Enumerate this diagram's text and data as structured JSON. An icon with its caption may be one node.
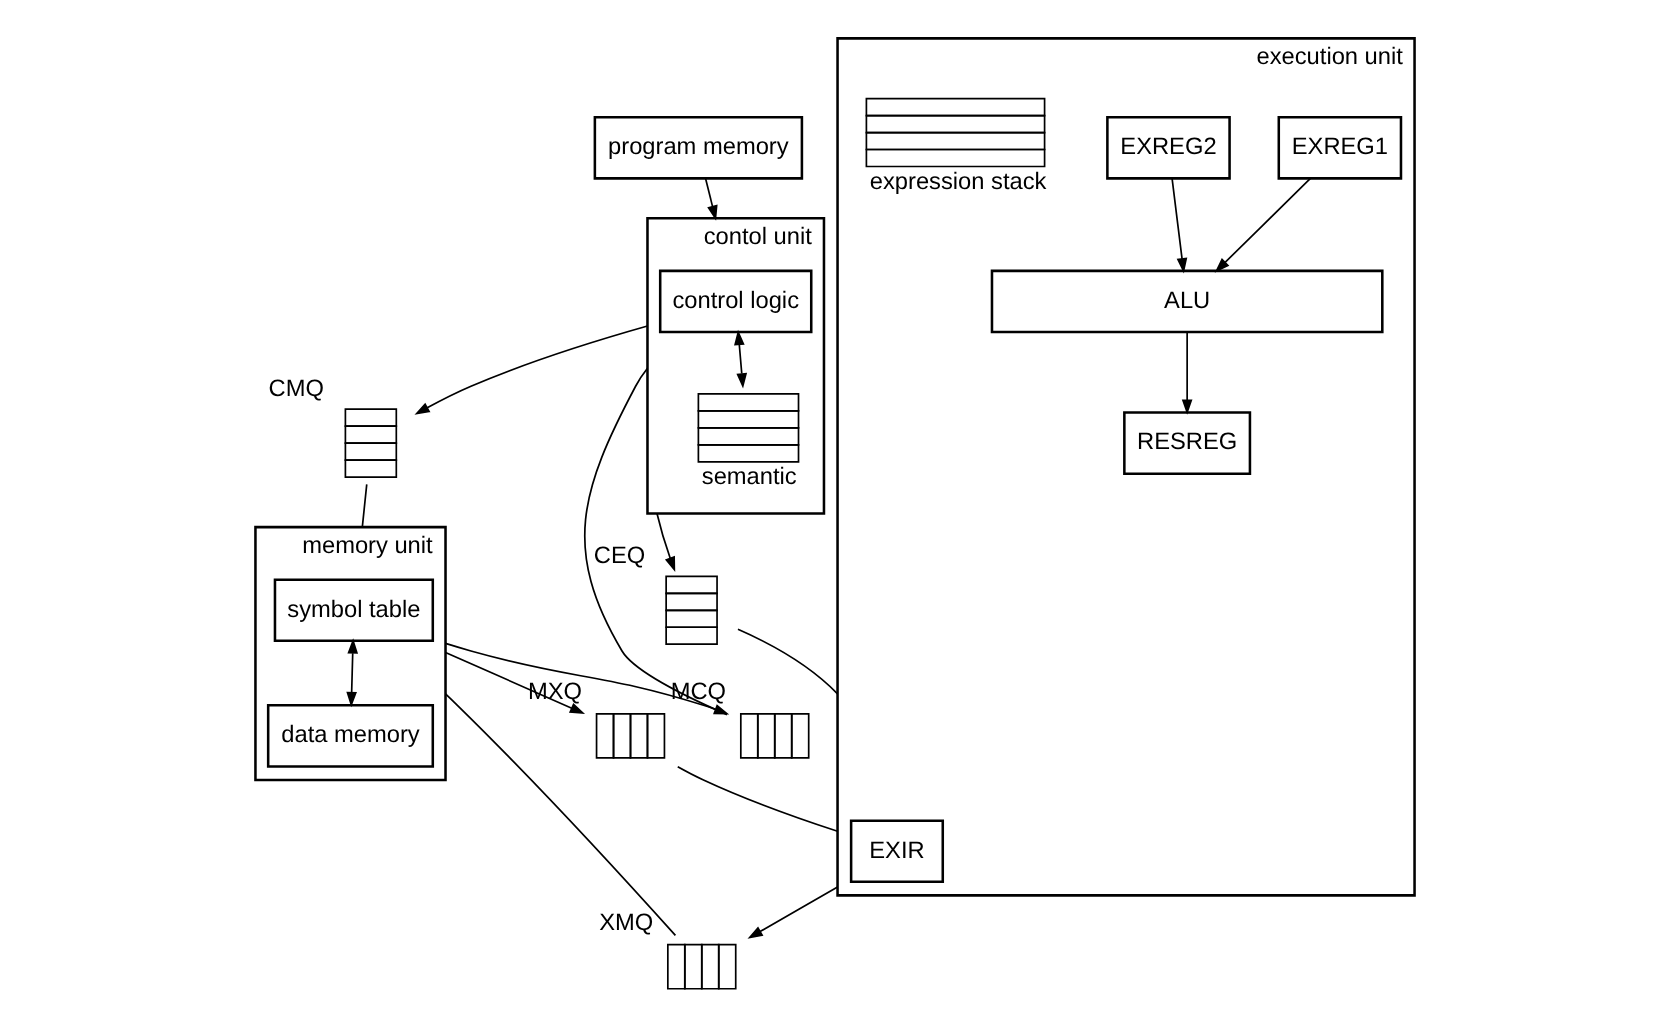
{
  "diagram": {
    "nodes": [
      {
        "text": [
          "program memory"
        ]
      },
      {
        "text": [
          "contol unit"
        ]
      },
      {
        "text": [
          "control logic"
        ],
        "in": 1
      },
      {
        "text": [
          "semantic"
        ],
        "in": 1
      },
      {
        "text": [],
        "shape": "queue",
        "beside": [
          "MCQ"
        ]
      },
      {
        "text": [],
        "shape": "stack",
        "beside": [
          "CMQ"
        ]
      },
      {
        "text": [],
        "shape": "stack",
        "beside": [
          "CEQ"
        ]
      },
      {
        "text": [
          "memory unit"
        ]
      },
      {
        "text": [
          "symbol table"
        ],
        "in": 7
      },
      {
        "text": [
          "data memory"
        ],
        "in": 7
      },
      {
        "text": [],
        "shape": "queue",
        "beside": [
          "XMQ"
        ]
      },
      {
        "text": [],
        "shape": "queue",
        "beside": [
          "MXQ"
        ]
      },
      {
        "text": [
          "execution unit"
        ]
      },
      {
        "text": [
          "EXIR"
        ],
        "in": 12
      },
      {
        "text": [
          "EXREG1"
        ],
        "in": 12
      },
      {
        "text": [
          "EXREG2"
        ],
        "in": 12
      },
      {
        "text": [
          "ALU"
        ],
        "in": 12
      },
      {
        "text": [
          "RESREG"
        ],
        "in": 12
      },
      {
        "text": [
          "expression stack"
        ],
        "in": 12
      }
    ],
    "edges": [
      {
        "from": 0,
        "to": 1,
        "arrow": "to"
      },
      {
        "from": 2,
        "to": 3,
        "arrow": "both"
      },
      {
        "from": 7,
        "to": 4,
        "arrow": "to"
      },
      {
        "from": 4,
        "to": 1,
        "arrow": "none"
      },
      {
        "from": 1,
        "to": 5,
        "arrow": "to"
      },
      {
        "from": 1,
        "to": 6,
        "arrow": "to"
      },
      {
        "from": 5,
        "to": 7,
        "arrow": "none"
      },
      {
        "from": 6,
        "to": 12,
        "arrow": "none"
      },
      {
        "from": 12,
        "to": 10,
        "arrow": "to"
      },
      {
        "from": 10,
        "to": 7,
        "arrow": "none"
      },
      {
        "from": 8,
        "to": 9,
        "arrow": "both"
      },
      {
        "from": 7,
        "to": 11,
        "arrow": "to"
      },
      {
        "from": 11,
        "to": 12,
        "arrow": "none"
      },
      {
        "from": 14,
        "to": 16,
        "arrow": "to"
      },
      {
        "from": 15,
        "to": 16,
        "arrow": "to"
      },
      {
        "from": 16,
        "to": 17,
        "arrow": "to"
      }
    ]
  }
}
